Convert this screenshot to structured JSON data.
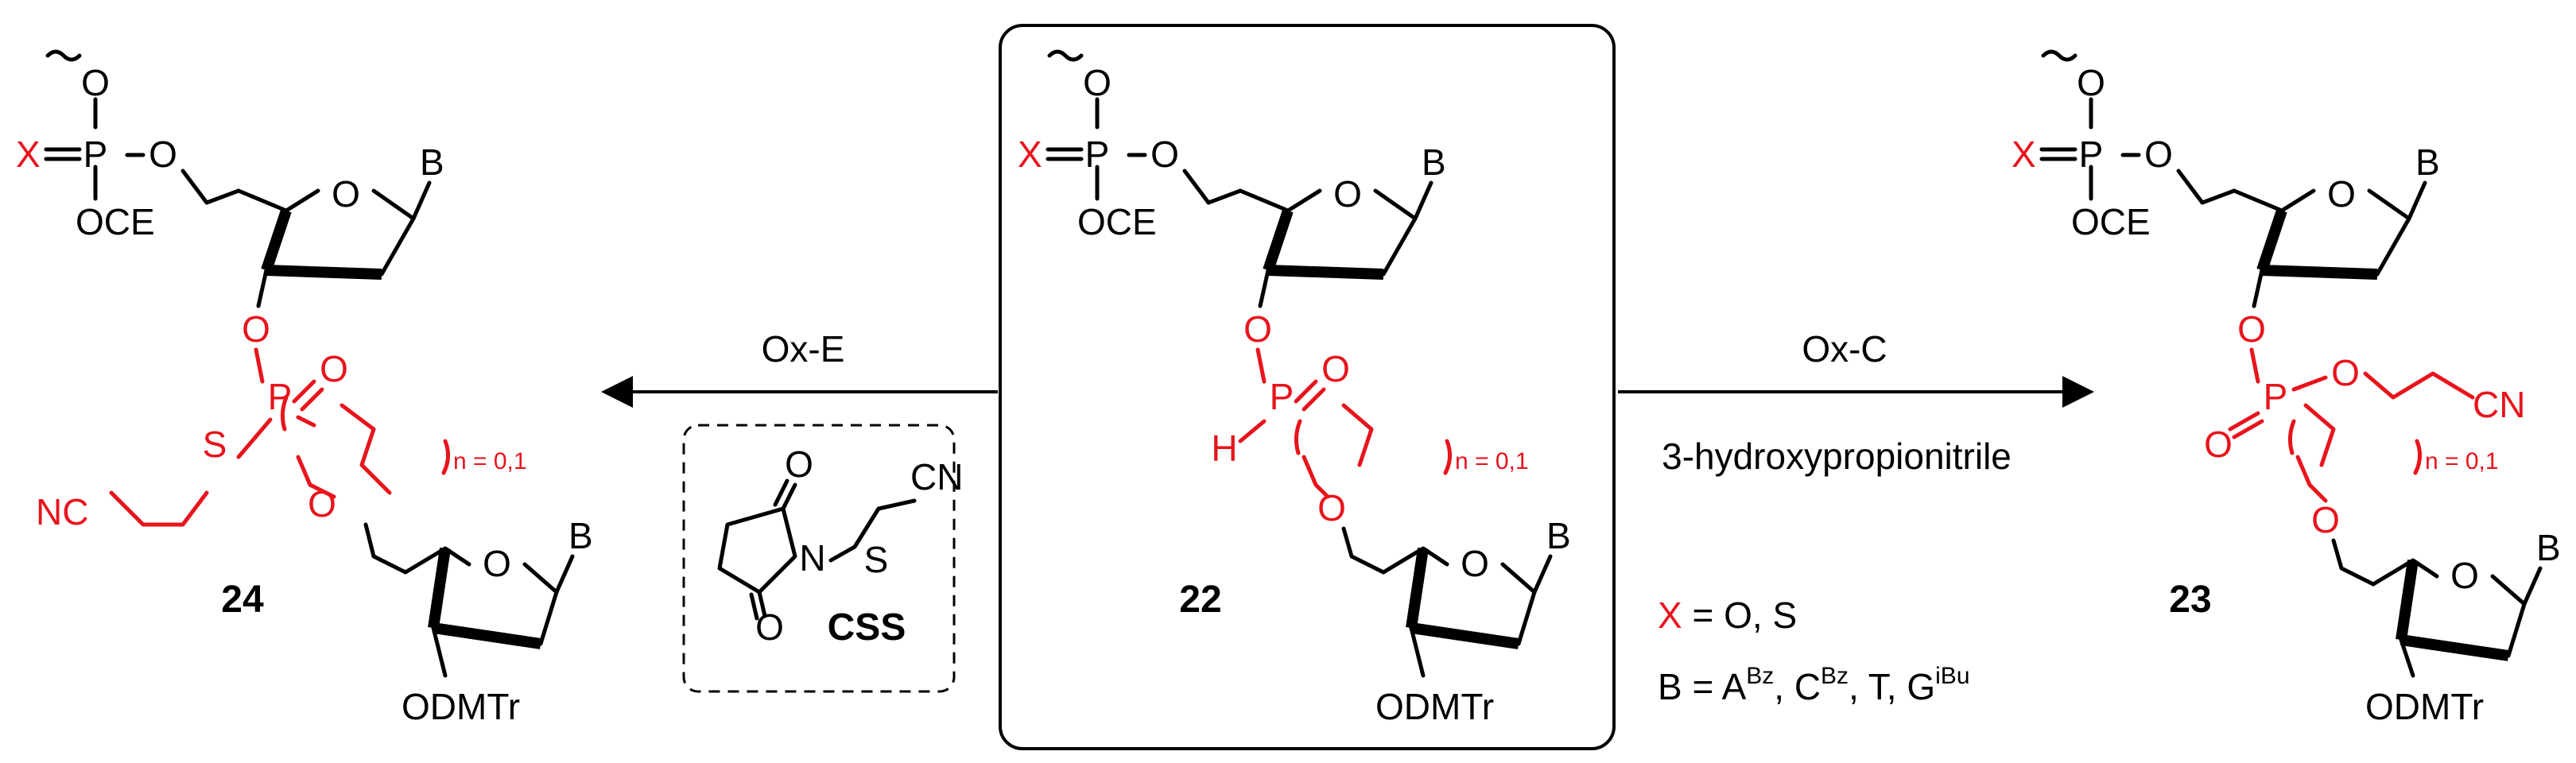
{
  "colors": {
    "highlight": "#e8141c",
    "ink": "#000000"
  },
  "compounds": {
    "c24": {
      "number": "24",
      "O_top": "O",
      "X": "X",
      "eq": "=",
      "P": "P",
      "O_bridge": "O",
      "OCE": "OCE",
      "O_ring": "O",
      "B": "B",
      "O3": "O",
      "P_mid": "P",
      "O_dbl": "O",
      "S": "S",
      "NC": "NC",
      "n_label": "n = 0,1",
      "O_link": "O",
      "O_ring2": "O",
      "B2": "B",
      "ODMTr": "ODMTr"
    },
    "c22": {
      "number": "22",
      "O_top": "O",
      "X": "X",
      "eq": "=",
      "P": "P",
      "O_bridge": "O",
      "OCE": "OCE",
      "O_ring": "O",
      "B": "B",
      "O3": "O",
      "P_mid": "P",
      "O_dbl": "O",
      "H": "H",
      "n_label": "n = 0,1",
      "O_link": "O",
      "O_ring2": "O",
      "B2": "B",
      "ODMTr": "ODMTr"
    },
    "c23": {
      "number": "23",
      "O_top": "O",
      "X": "X",
      "eq": "=",
      "P": "P",
      "O_bridge": "O",
      "OCE": "OCE",
      "O_ring": "O",
      "B": "B",
      "O3": "O",
      "P_mid": "P",
      "O_ester": "O",
      "CN": "CN",
      "O_dbl": "O",
      "n_label": "n = 0,1",
      "O_link": "O",
      "O_ring2": "O",
      "B2": "B",
      "ODMTr": "ODMTr"
    }
  },
  "reagent": {
    "name": "CSS",
    "O1": "O",
    "O2": "O",
    "N": "N",
    "S": "S",
    "CN": "CN"
  },
  "arrows": {
    "left": {
      "label": "Ox-E"
    },
    "right": {
      "label": "Ox-C",
      "sublabel": "3-hydroxypropionitrile"
    }
  },
  "legend": {
    "x_symbol": "X",
    "x_text": " = O, S",
    "b_line": [
      {
        "t": "B = A",
        "sup": "Bz"
      },
      {
        "t": ", C",
        "sup": "Bz"
      },
      {
        "t": ", T, G",
        "sup": "iBu"
      }
    ]
  }
}
